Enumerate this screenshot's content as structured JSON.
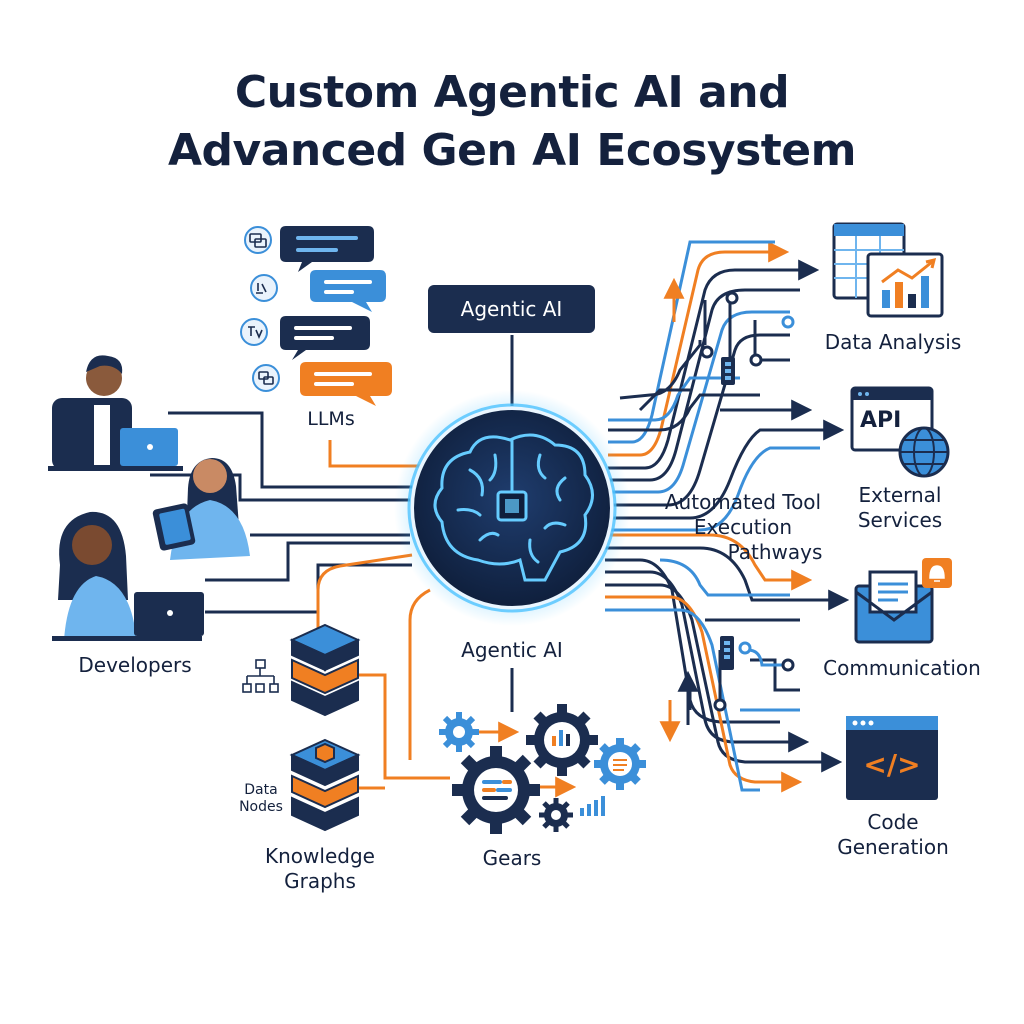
{
  "title": {
    "line1": "Custom Agentic AI and",
    "line2": "Advanced Gen AI Ecosystem"
  },
  "core": {
    "top_badge": "Agentic AI",
    "bottom_label": "Agentic AI"
  },
  "inputs": {
    "llms": "LLMs",
    "developers": "Developers",
    "data_nodes_line1": "Data",
    "data_nodes_line2": "Nodes",
    "knowledge_graphs_line1": "Knowledge",
    "knowledge_graphs_line2": "Graphs",
    "gears": "Gears"
  },
  "pathways": {
    "line1": "Automated Tool",
    "line2": "Execution",
    "line3": "Pathways"
  },
  "outputs": {
    "data_analysis": "Data Analysis",
    "api_badge": "API",
    "external_line1": "External",
    "external_line2": "Services",
    "communication": "Communication",
    "code_line1": "Code",
    "code_line2": "Generation",
    "code_glyph": "</>"
  },
  "colors": {
    "navy": "#1b2d4f",
    "blue": "#3b8fd9",
    "light_blue": "#6fb5ee",
    "orange": "#f07f22",
    "glow": "#4fc3ff"
  }
}
